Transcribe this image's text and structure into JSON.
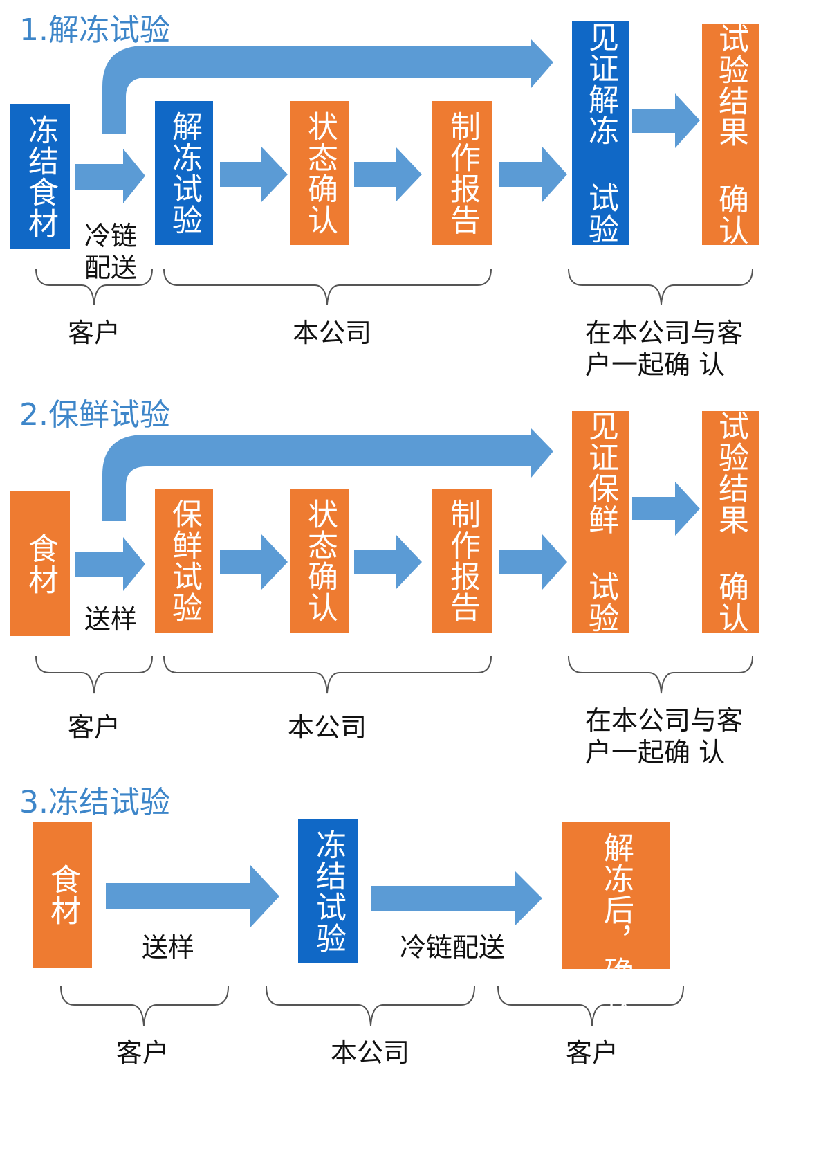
{
  "colors": {
    "blue_box": "#1068c6",
    "orange_box": "#ee7b31",
    "arrow": "#5b9bd5",
    "title": "#3e86c9",
    "brace": "#555555"
  },
  "section1": {
    "title": "1.解冻试验",
    "boxes": [
      "冻结食材",
      "解冻试验",
      "状态确认",
      "制作报告",
      "见证解冻 试验",
      "试验结果 确认"
    ],
    "step_label": "冷链\n配送",
    "groups": [
      "客户",
      "本公司",
      "在本公司与客\n户一起确 认"
    ]
  },
  "section2": {
    "title": "2.保鲜试验",
    "boxes": [
      "食材",
      "保鲜试验",
      "状态确认",
      "制作报告",
      "见证保鲜 试验",
      "试验结果 确认"
    ],
    "step_label": "送样",
    "groups": [
      "客户",
      "本公司",
      "在本公司与客\n户一起确 认"
    ]
  },
  "section3": {
    "title": "3.冻结试验",
    "boxes": [
      "食材",
      "冻结试验",
      "解冻后，确认试验结果"
    ],
    "step_labels": [
      "送样",
      "冷链配送"
    ],
    "groups": [
      "客户",
      "本公司",
      "客户"
    ]
  }
}
